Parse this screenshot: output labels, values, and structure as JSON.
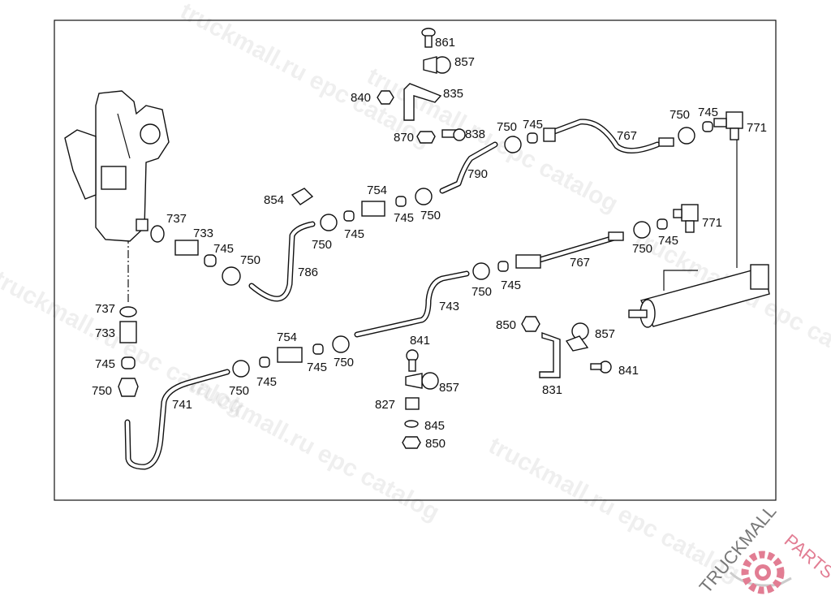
{
  "watermark": "truckmall.ru epc catalog",
  "logo": {
    "text1": "TRUCKMALL",
    "text2": "PARTS",
    "accent": "#e27d93"
  },
  "labels": [
    "861",
    "857",
    "840",
    "835",
    "870",
    "838",
    "750",
    "745",
    "767",
    "750",
    "745",
    "771",
    "790",
    "854",
    "754",
    "745",
    "750",
    "750",
    "745",
    "737",
    "733",
    "745",
    "750",
    "786",
    "771",
    "750",
    "745",
    "767",
    "750",
    "745",
    "743",
    "737",
    "733",
    "745",
    "750",
    "754",
    "745",
    "750",
    "841",
    "850",
    "857",
    "841",
    "831",
    "750",
    "745",
    "741",
    "857",
    "827",
    "845",
    "850"
  ]
}
